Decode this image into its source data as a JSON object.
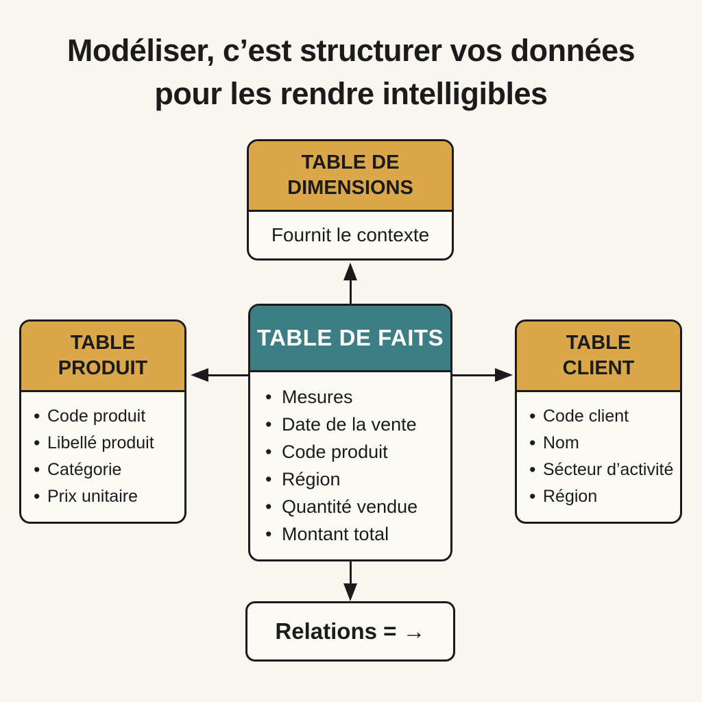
{
  "title": {
    "line1": "Modéliser, c’est structurer vos données",
    "line2": "pour les rendre intelligibles"
  },
  "boxes": {
    "dimensions": {
      "title": "TABLE DE DIMENSIONS",
      "body": "Fournit le contexte"
    },
    "faits": {
      "title": "TABLE DE FAITS",
      "items": [
        "Mesures",
        "Date de la vente",
        "Code produit",
        "Région",
        "Quantité vendue",
        "Montant total"
      ]
    },
    "produit": {
      "title": "TABLE PRODUIT",
      "items": [
        "Code produit",
        "Libellé produit",
        "Catégorie",
        "Prix unitaire"
      ]
    },
    "client": {
      "title": "TABLE CLIENT",
      "items": [
        "Code client",
        "Nom",
        "Sécteur d’activité",
        "Région"
      ]
    },
    "relations": {
      "label": "Relations = →"
    }
  },
  "colors": {
    "background": "#F9F6EF",
    "gold": "#DAA74B",
    "teal": "#3C7E83",
    "ink": "#1A1A1A",
    "card_body": "#FCFAF4"
  }
}
